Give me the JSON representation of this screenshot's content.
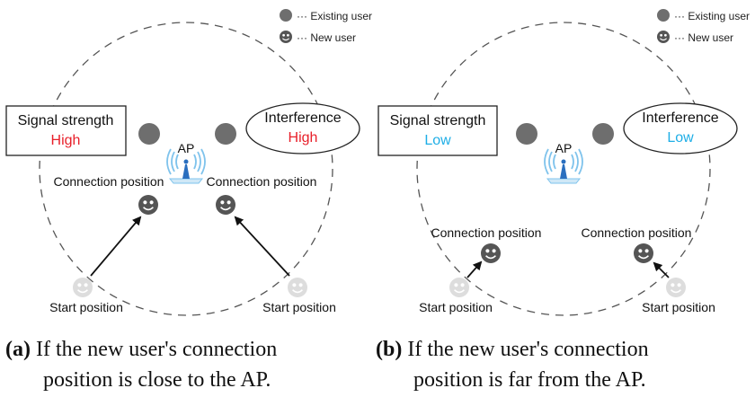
{
  "legend": {
    "existing_user": "··· Existing user",
    "new_user": "··· New user"
  },
  "panels": [
    {
      "signal_label": "Signal strength",
      "signal_value": "High",
      "interference_label": "Interference",
      "interference_value": "High",
      "value_color": "#e8202a",
      "ap_label": "AP",
      "connection_label": "Connection position",
      "start_label": "Start position",
      "caption_tag": "(a)",
      "caption_line1": "If the new user's connection",
      "caption_line2": "position is close to the AP."
    },
    {
      "signal_label": "Signal strength",
      "signal_value": "Low",
      "interference_label": "Interference",
      "interference_value": "Low",
      "value_color": "#1eaee6",
      "ap_label": "AP",
      "connection_label": "Connection position",
      "start_label": "Start position",
      "caption_tag": "(b)",
      "caption_line1": "If the new user's connection",
      "caption_line2": "position is far from the AP."
    }
  ],
  "colors": {
    "existing_user": "#6e6e6e",
    "new_user_connected": "#555555",
    "new_user_start": "#dddddd",
    "ap_antenna": "#2a6fbf",
    "ap_waves": "#7fc3ec"
  }
}
